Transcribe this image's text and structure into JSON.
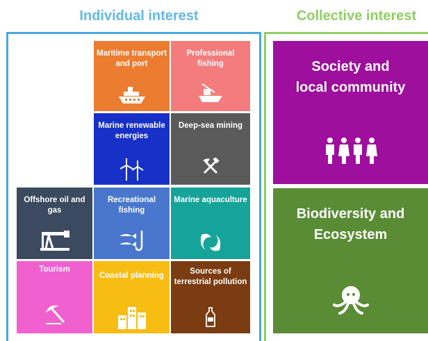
{
  "headings": {
    "individual": "Individual interest",
    "collective": "Collective interest"
  },
  "tiles": {
    "maritime": {
      "label": "Maritime transport and port",
      "color": "#ec7c30",
      "icon": "ship-icon"
    },
    "fishing": {
      "label": "Professional fishing",
      "color": "#f47c7c",
      "icon": "fishing-boat-icon"
    },
    "renewable": {
      "label": "Marine renewable energies",
      "color": "#1730c8",
      "icon": "wind-turbine-icon"
    },
    "mining": {
      "label": "Deep-sea mining",
      "color": "#5a5a5a",
      "icon": "pickaxe-hammer-icon"
    },
    "offshore": {
      "label": "Offshore oil and gas",
      "color": "#3b4a5e",
      "icon": "oil-pump-icon"
    },
    "recreational": {
      "label": "Recreational fishing",
      "color": "#4877cd",
      "icon": "fish-hook-icon"
    },
    "aquaculture": {
      "label": "Marine aquaculture",
      "color": "#16a39a",
      "icon": "fish-cycle-icon"
    },
    "tourism": {
      "label": "Tourism",
      "color": "#f061cf",
      "icon": "beach-umbrella-icon"
    },
    "coastal": {
      "label": "Coastal planning",
      "color": "#f7bd13",
      "icon": "buildings-icon"
    },
    "pollution": {
      "label": "Sources of terrestrial pollution",
      "color": "#7a3c10",
      "icon": "bottle-icon"
    }
  },
  "collective": {
    "society": {
      "label": "Society and local community",
      "color": "#9d0f9c",
      "icon": "people-icon"
    },
    "biodiversity": {
      "label": "Biodiversity and Ecosystem",
      "color": "#5a8c36",
      "icon": "octopus-icon"
    }
  }
}
